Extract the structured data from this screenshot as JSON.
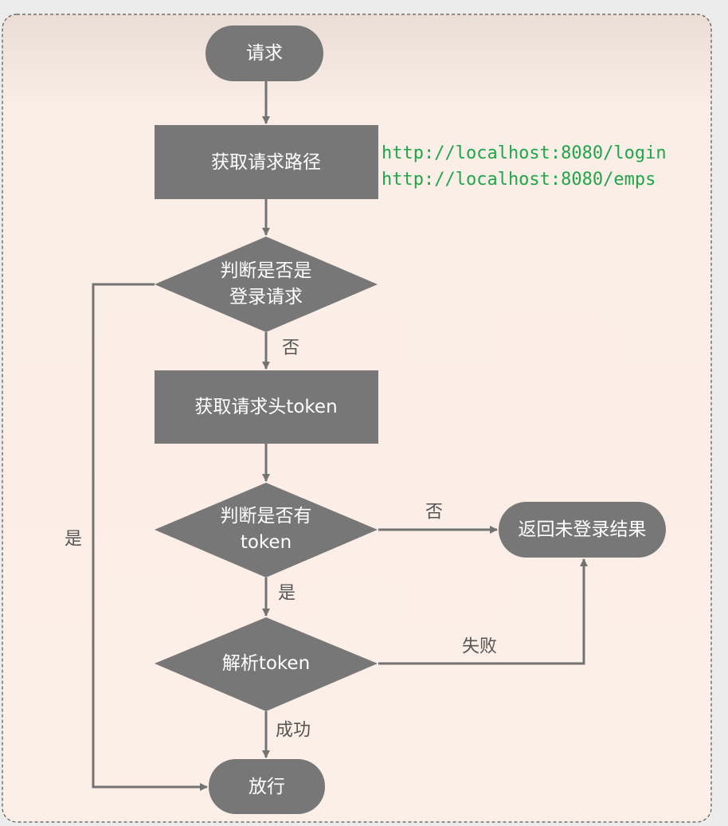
{
  "colors": {
    "node_fill": "#777777",
    "line": "#737373",
    "background": "#fbeee6",
    "url_text": "#1fa64a"
  },
  "nodes": {
    "start": "请求",
    "get_path": "获取请求路径",
    "is_login_line1": "判断是否是",
    "is_login_line2": "登录请求",
    "get_token": "获取请求头token",
    "has_token_line1": "判断是否有",
    "has_token_line2": "token",
    "parse_token": "解析token",
    "not_logged_result": "返回未登录结果",
    "pass": "放行"
  },
  "urls": [
    "http://localhost:8080/login",
    "http://localhost:8080/emps"
  ],
  "edge_labels": {
    "login_no": "否",
    "login_yes": "是",
    "token_no": "否",
    "token_yes": "是",
    "parse_fail": "失败",
    "parse_success": "成功"
  }
}
